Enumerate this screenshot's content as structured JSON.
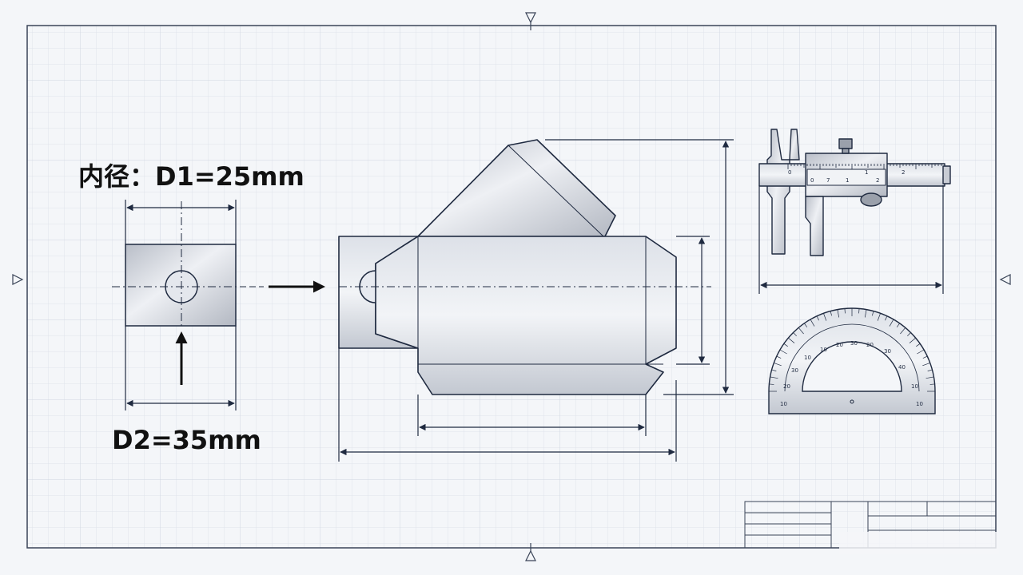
{
  "labels": {
    "inner_diameter": "内径：D1=25mm",
    "outer_diameter": "D2=35mm"
  },
  "caliper": {
    "main_scale_numbers": [
      "0",
      "1",
      "2"
    ],
    "vernier_numbers": [
      "0",
      "7",
      "1",
      "2"
    ]
  },
  "protractor": {
    "numbers": [
      "10",
      "20",
      "30",
      "10",
      "10",
      "20",
      "30",
      "20",
      "30",
      "40",
      "10",
      "10"
    ]
  },
  "colors": {
    "ink": "#1f2a40",
    "grid": "#dfe4ec",
    "metal_light": "#e7eaf0",
    "metal_dark": "#b7bcc6",
    "paper": "#f4f6f9"
  }
}
